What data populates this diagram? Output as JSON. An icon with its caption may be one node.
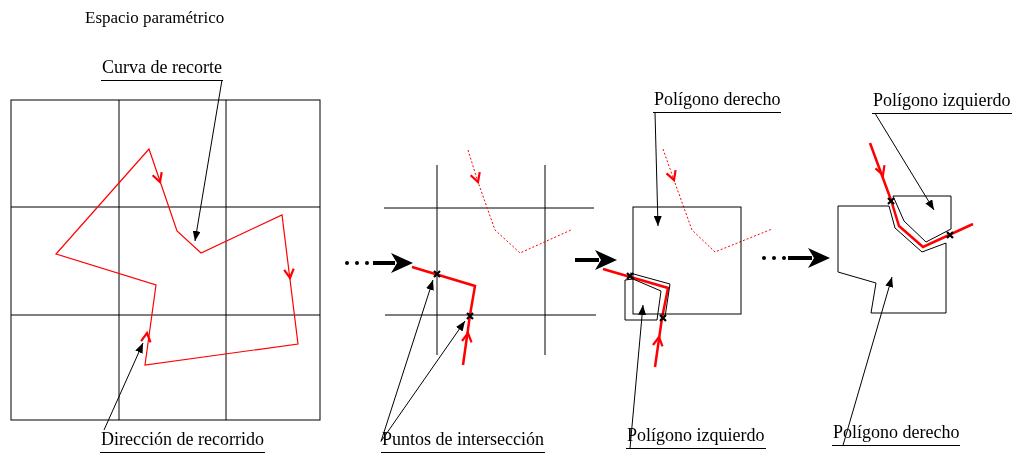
{
  "diagram": {
    "title": "Espacio paramétrico",
    "nodes": [
      {
        "text": [
          "Curva de recorte"
        ]
      },
      {
        "text": [],
        "shape": "curve"
      },
      {
        "text": [
          "Dirección de recorrido"
        ]
      },
      {
        "text": [],
        "shape": "arrowhead"
      },
      {
        "text": [
          "Puntos de intersección"
        ]
      },
      {
        "text": [],
        "shape": "cross"
      },
      {
        "text": [],
        "shape": "cross"
      },
      {
        "text": [
          "Polígono derecho"
        ]
      },
      {
        "text": [],
        "shape": "box"
      },
      {
        "text": [
          "Polígono izquierdo"
        ]
      },
      {
        "text": [],
        "shape": "polygon"
      },
      {
        "text": [
          "Polígono izquierdo"
        ]
      },
      {
        "text": [],
        "shape": "polygon"
      },
      {
        "text": [
          "Polígono derecho"
        ]
      },
      {
        "text": [],
        "shape": "polygon"
      }
    ],
    "edges": [
      {
        "from": 0,
        "to": 1,
        "arrow": "to"
      },
      {
        "from": 2,
        "to": 3,
        "arrow": "to"
      },
      {
        "from": 4,
        "to": 5,
        "arrow": "to"
      },
      {
        "from": 4,
        "to": 6,
        "arrow": "to"
      },
      {
        "from": 7,
        "to": 8,
        "arrow": "to"
      },
      {
        "from": 9,
        "to": 10,
        "arrow": "to"
      },
      {
        "from": 11,
        "to": 12,
        "arrow": "to"
      },
      {
        "from": 13,
        "to": 14,
        "arrow": "to"
      }
    ]
  }
}
